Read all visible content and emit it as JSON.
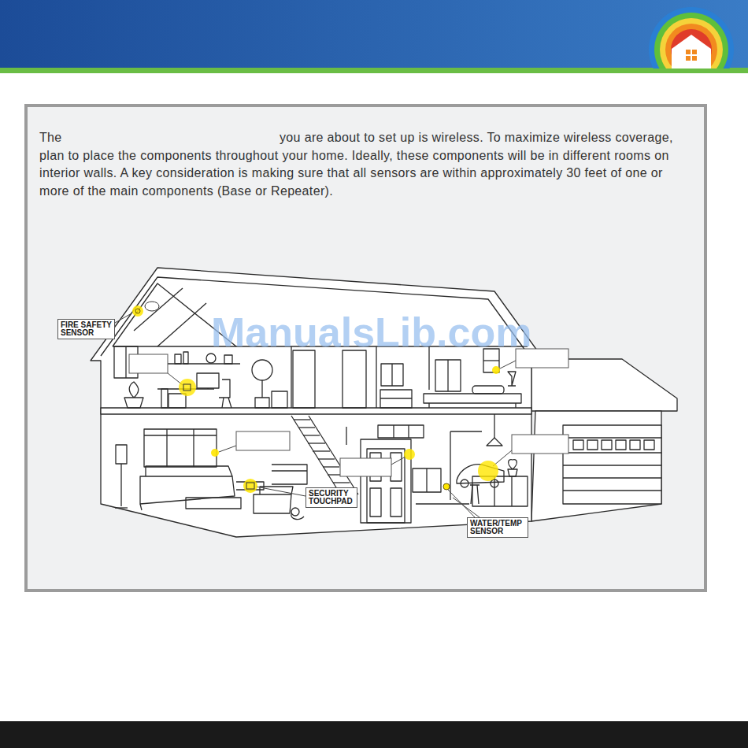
{
  "diagram": {
    "nodes": [
      {
        "text": [
          "The",
          "you are about to set up is wireless. To maximize wireless coverage, plan to place the components throughout your home. Ideally, these components will be in different rooms on interior walls. A key consideration is making sure that all sensors are within approximately 30 feet of one or more of the main components (Base or Repeater)."
        ]
      },
      {
        "text": [
          "FIRE SAFETY SENSOR"
        ],
        "in": 0
      },
      {
        "text": [
          "SECURITY TOUCHPAD"
        ],
        "in": 0
      },
      {
        "text": [
          "WATER/TEMP SENSOR"
        ],
        "in": 0
      }
    ],
    "labels": [
      "ManualsLib.com"
    ]
  }
}
